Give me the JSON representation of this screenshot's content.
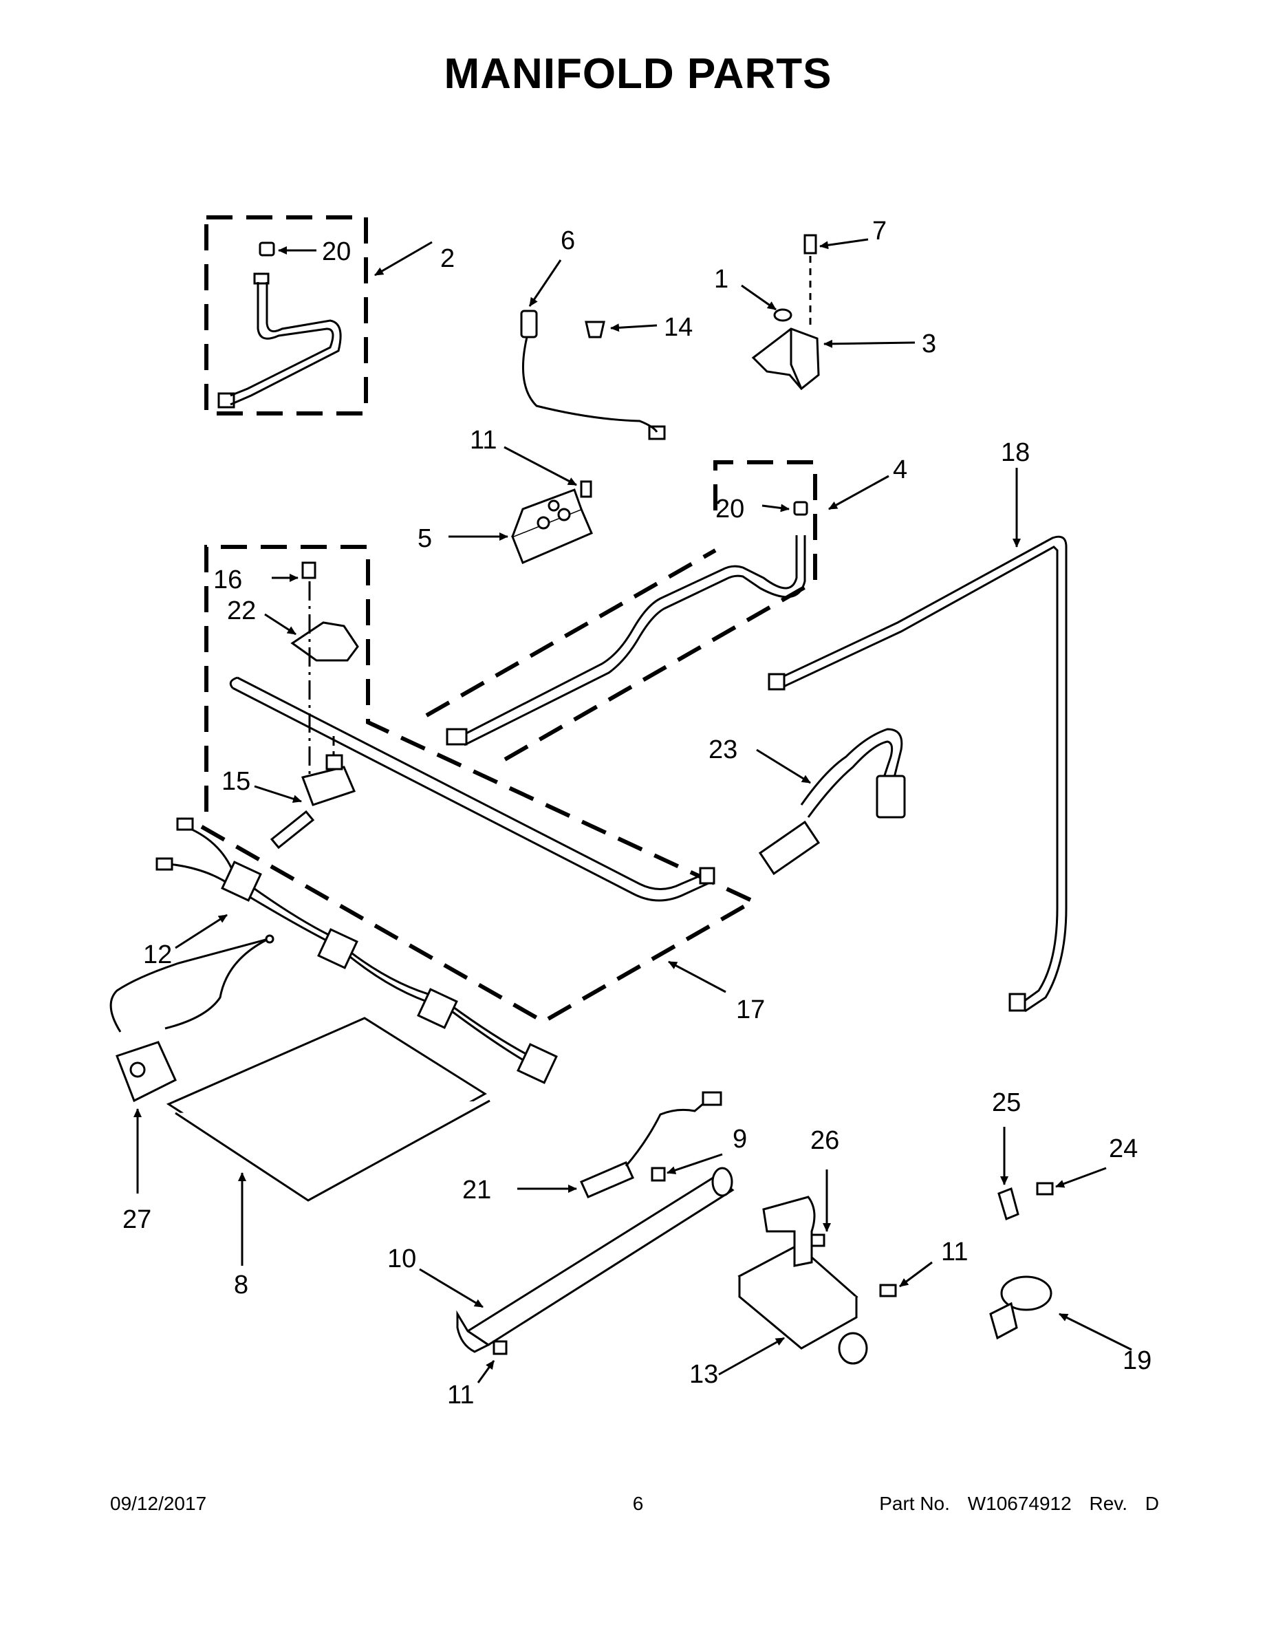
{
  "title": "MANIFOLD PARTS",
  "callouts": {
    "c1": "1",
    "c2": "2",
    "c3": "3",
    "c4": "4",
    "c5": "5",
    "c6": "6",
    "c7": "7",
    "c8": "8",
    "c9": "9",
    "c10": "10",
    "c11a": "11",
    "c11b": "11",
    "c11c": "11",
    "c12": "12",
    "c13": "13",
    "c14": "14",
    "c15": "15",
    "c16": "16",
    "c17": "17",
    "c18": "18",
    "c19": "19",
    "c20a": "20",
    "c20b": "20",
    "c21": "21",
    "c22": "22",
    "c23": "23",
    "c24": "24",
    "c25": "25",
    "c26": "26",
    "c27": "27"
  },
  "footer": {
    "date": "09/12/2017",
    "page": "6",
    "part_label": "Part No.",
    "part_number": "W10674912",
    "rev_label": "Rev.",
    "rev": "D"
  }
}
